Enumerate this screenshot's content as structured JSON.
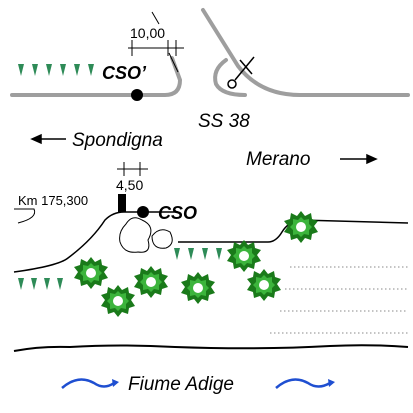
{
  "labels": {
    "cso_prime": "CSO’",
    "cso": "CSO",
    "road": "SS 38",
    "dir_left": "Spondigna",
    "dir_right": "Merano",
    "km": "Km 175,300",
    "dim_top": "10,00",
    "dim_mid": "4,50",
    "river": "Fiume Adige"
  },
  "colors": {
    "road": "#9e9e9e",
    "line": "#000000",
    "grass": "#2e8b57",
    "bush_dark": "#1a7a1a",
    "bush_light": "#3cb43c",
    "river_arrow": "#1f4fd1",
    "rock": "#ffffff",
    "dotted": "#8a8a8a"
  },
  "icons": {
    "arrow_left": "arrow-left-icon",
    "arrow_right": "arrow-right-icon",
    "signal": "signal-post-icon",
    "bush": "bush-icon",
    "grass": "grass-icon",
    "rock": "rock-icon",
    "river_arrow": "river-flow-arrow-icon"
  }
}
